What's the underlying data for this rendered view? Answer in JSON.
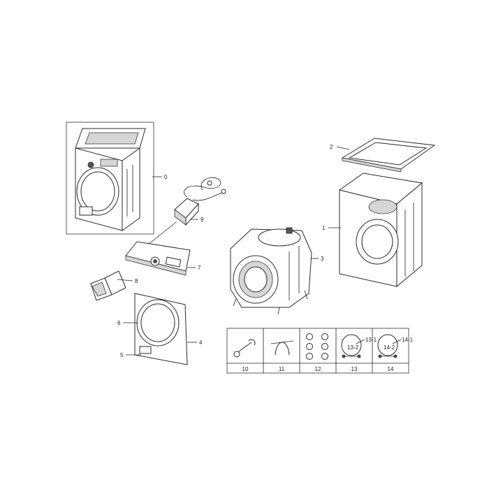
{
  "labels": {
    "p0": "0",
    "p1": "1",
    "p2": "2",
    "p3": "3",
    "p4": "4",
    "p5": "5",
    "p6": "6",
    "p7": "7",
    "p8": "8",
    "p9": "9",
    "p13_1": "13-1",
    "p13_2": "13-2",
    "p14_1": "14-1",
    "p14_2": "14-2"
  },
  "accessories": [
    "10",
    "11",
    "12",
    "13",
    "14"
  ]
}
